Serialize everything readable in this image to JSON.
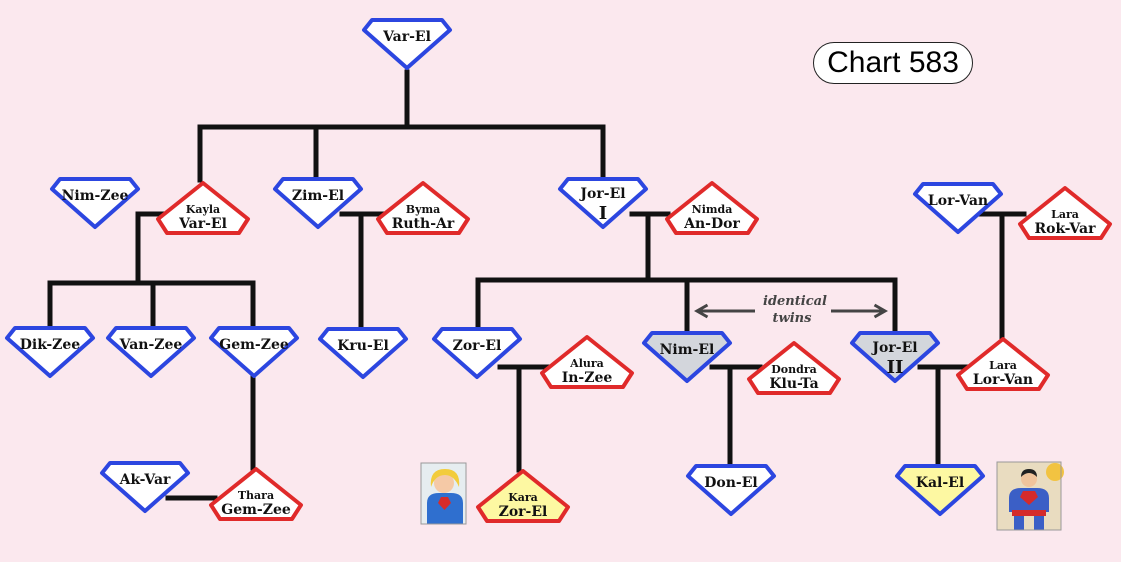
{
  "chart_title": "Chart 583",
  "twins_note": {
    "line1": "identical",
    "line2": "twins"
  },
  "colors": {
    "background": "#fbe8ee",
    "male_border": "#2c46e0",
    "female_border": "#e02a2a",
    "shaded_fill": "#d3d6dc",
    "highlight_fill": "#fdf8a2",
    "line": "#111111"
  },
  "people": [
    {
      "id": "var-el",
      "lines": [
        "Var-El"
      ],
      "gender": "male"
    },
    {
      "id": "nim-zee",
      "lines": [
        "Nim-Zee"
      ],
      "gender": "male"
    },
    {
      "id": "kayla-var-el",
      "lines": [
        "Kayla",
        "Var-El"
      ],
      "gender": "female"
    },
    {
      "id": "zim-el",
      "lines": [
        "Zim-El"
      ],
      "gender": "male"
    },
    {
      "id": "byma-ruth-ar",
      "lines": [
        "Byma",
        "Ruth-Ar"
      ],
      "gender": "female"
    },
    {
      "id": "jor-el-i",
      "lines": [
        "Jor-El",
        "I"
      ],
      "gender": "male"
    },
    {
      "id": "nimda-an-dor",
      "lines": [
        "Nimda",
        "An-Dor"
      ],
      "gender": "female"
    },
    {
      "id": "lor-van",
      "lines": [
        "Lor-Van"
      ],
      "gender": "male"
    },
    {
      "id": "lara-rok-var",
      "lines": [
        "Lara",
        "Rok-Var"
      ],
      "gender": "female"
    },
    {
      "id": "dik-zee",
      "lines": [
        "Dik-Zee"
      ],
      "gender": "male"
    },
    {
      "id": "van-zee",
      "lines": [
        "Van-Zee"
      ],
      "gender": "male"
    },
    {
      "id": "gem-zee",
      "lines": [
        "Gem-Zee"
      ],
      "gender": "male"
    },
    {
      "id": "kru-el",
      "lines": [
        "Kru-El"
      ],
      "gender": "male"
    },
    {
      "id": "zor-el",
      "lines": [
        "Zor-El"
      ],
      "gender": "male"
    },
    {
      "id": "alura-in-zee",
      "lines": [
        "Alura",
        "In-Zee"
      ],
      "gender": "female"
    },
    {
      "id": "nim-el",
      "lines": [
        "Nim-El"
      ],
      "gender": "male",
      "fill": "shaded"
    },
    {
      "id": "dondra-klu-ta",
      "lines": [
        "Dondra",
        "Klu-Ta"
      ],
      "gender": "female"
    },
    {
      "id": "jor-el-ii",
      "lines": [
        "Jor-El",
        "II"
      ],
      "gender": "male",
      "fill": "shaded"
    },
    {
      "id": "lara-lor-van",
      "lines": [
        "Lara",
        "Lor-Van"
      ],
      "gender": "female"
    },
    {
      "id": "ak-var",
      "lines": [
        "Ak-Var"
      ],
      "gender": "male"
    },
    {
      "id": "thara-gem-zee",
      "lines": [
        "Thara",
        "Gem-Zee"
      ],
      "gender": "female"
    },
    {
      "id": "kara-zor-el",
      "lines": [
        "Kara",
        "Zor-El"
      ],
      "gender": "female",
      "fill": "highlight"
    },
    {
      "id": "don-el",
      "lines": [
        "Don-El"
      ],
      "gender": "male"
    },
    {
      "id": "kal-el",
      "lines": [
        "Kal-El"
      ],
      "gender": "male",
      "fill": "highlight"
    }
  ],
  "images": [
    {
      "id": "supergirl-portrait",
      "icon": "supergirl-comic-portrait"
    },
    {
      "id": "superman-portrait",
      "icon": "superman-comic-portrait"
    }
  ]
}
